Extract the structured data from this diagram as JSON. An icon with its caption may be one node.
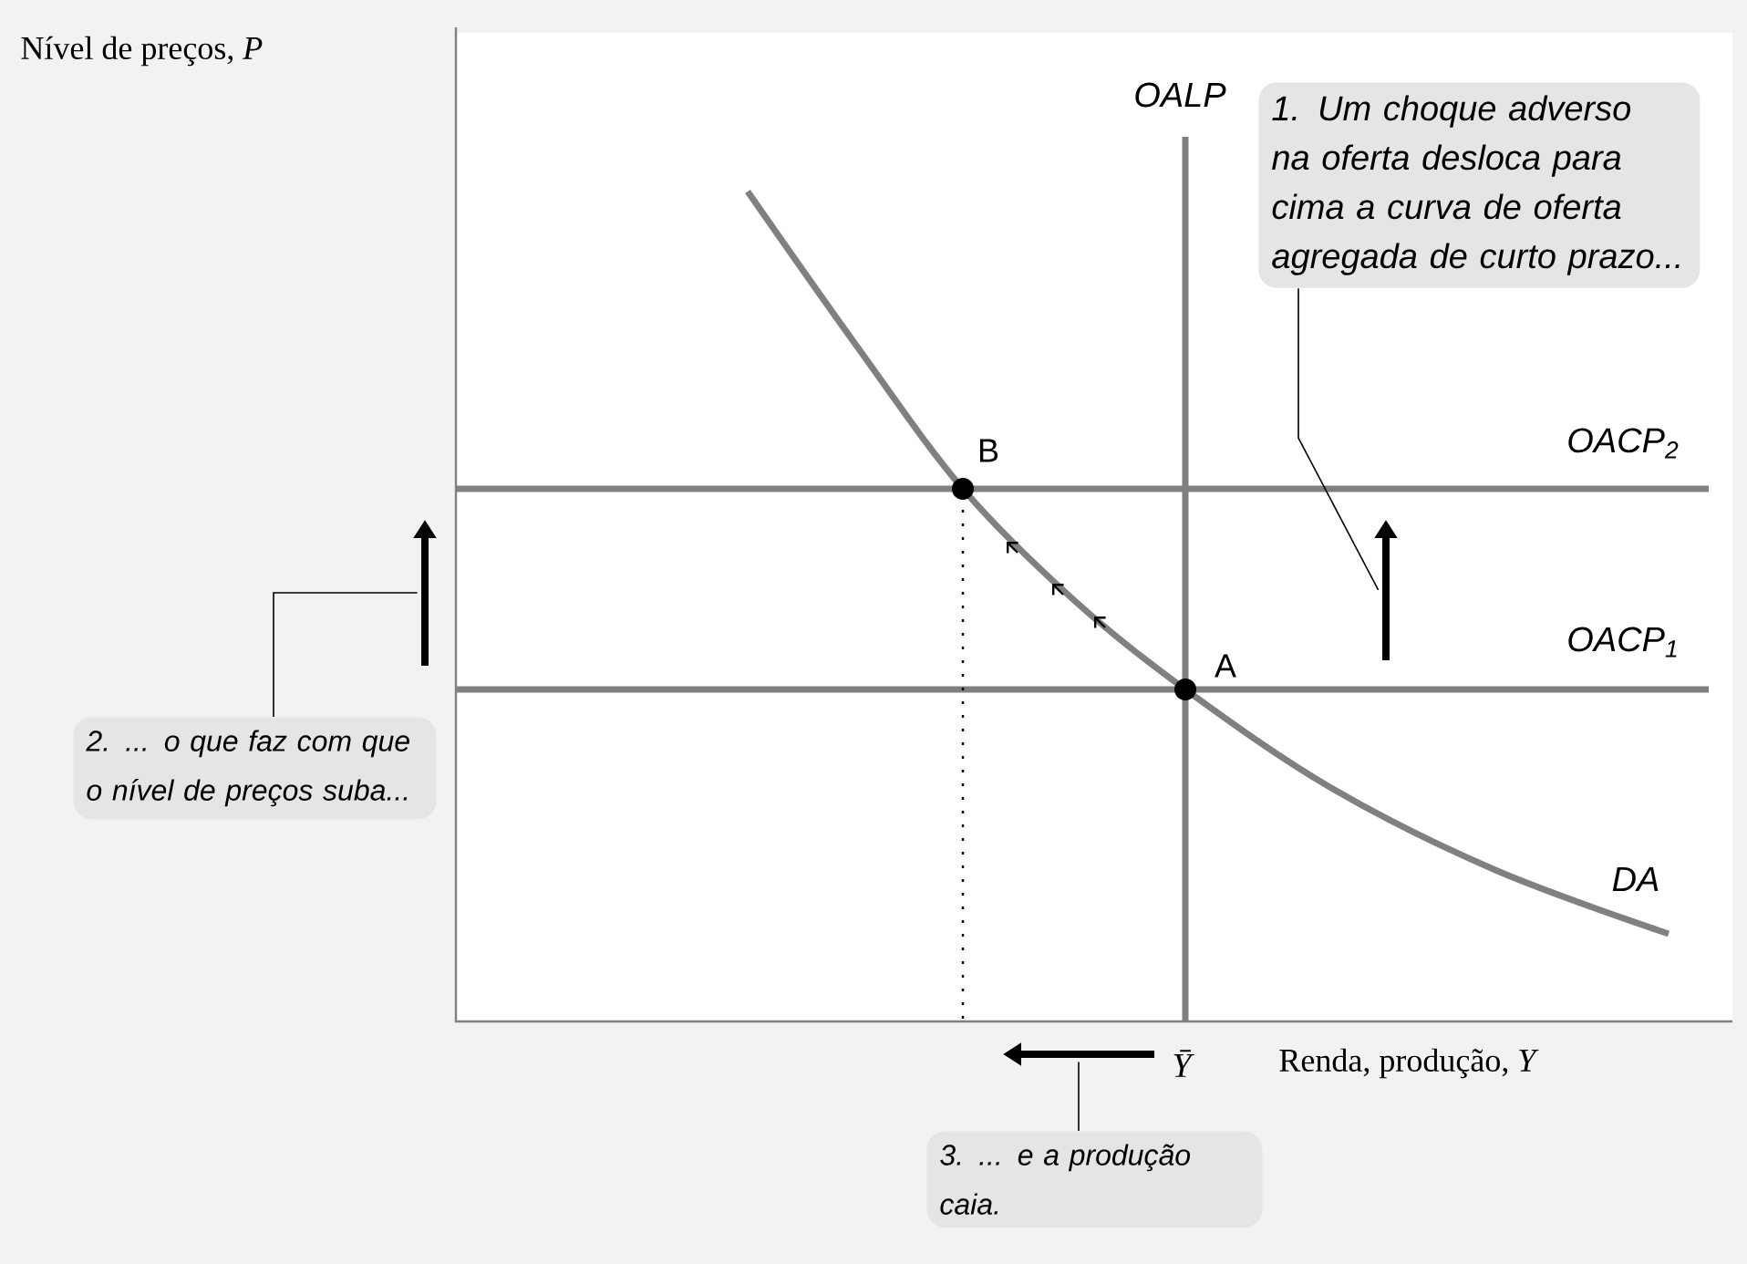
{
  "diagram": {
    "nodes": [
      {
        "text": [
          "1. Um choque adverso na oferta desloca para cima a curva de oferta agregada de curto prazo..."
        ]
      },
      {
        "text": [],
        "shape": "arrow"
      },
      {
        "text": [
          "2. ... o que faz com que o nível de preços suba..."
        ]
      },
      {
        "text": [],
        "shape": "arrow"
      },
      {
        "text": [
          "3. ... e a produção caia."
        ]
      },
      {
        "text": [],
        "shape": "arrow"
      }
    ],
    "edges": [
      {
        "from": 0,
        "to": 1,
        "arrow": "none"
      },
      {
        "from": 2,
        "to": 3,
        "arrow": "none"
      },
      {
        "from": 4,
        "to": 5,
        "arrow": "none"
      }
    ],
    "labels": [
      "Nível de preços, *P*",
      "OALP",
      "B",
      "OACP$_{2}$",
      "A",
      "OACP$_{1}$",
      "DA",
      "Ȳ",
      "Renda, produção, *Y*"
    ]
  }
}
